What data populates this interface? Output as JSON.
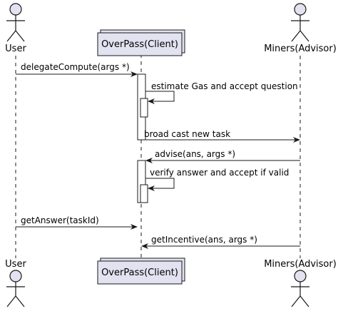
{
  "participants": {
    "user": "User",
    "client": "OverPass(Client)",
    "miners": "Miners(Advisor)"
  },
  "messages": [
    "delegateCompute(args *)",
    "estimate Gas and accept question",
    "broad cast new task",
    "advise(ans, args *)",
    "verify answer and accept if valid",
    "getAnswer(taskId)",
    "getIncentive(ans, args *)"
  ],
  "colors": {
    "participant_fill": "#e2e2f0",
    "stroke": "#181818",
    "lifeline": "#181818"
  }
}
